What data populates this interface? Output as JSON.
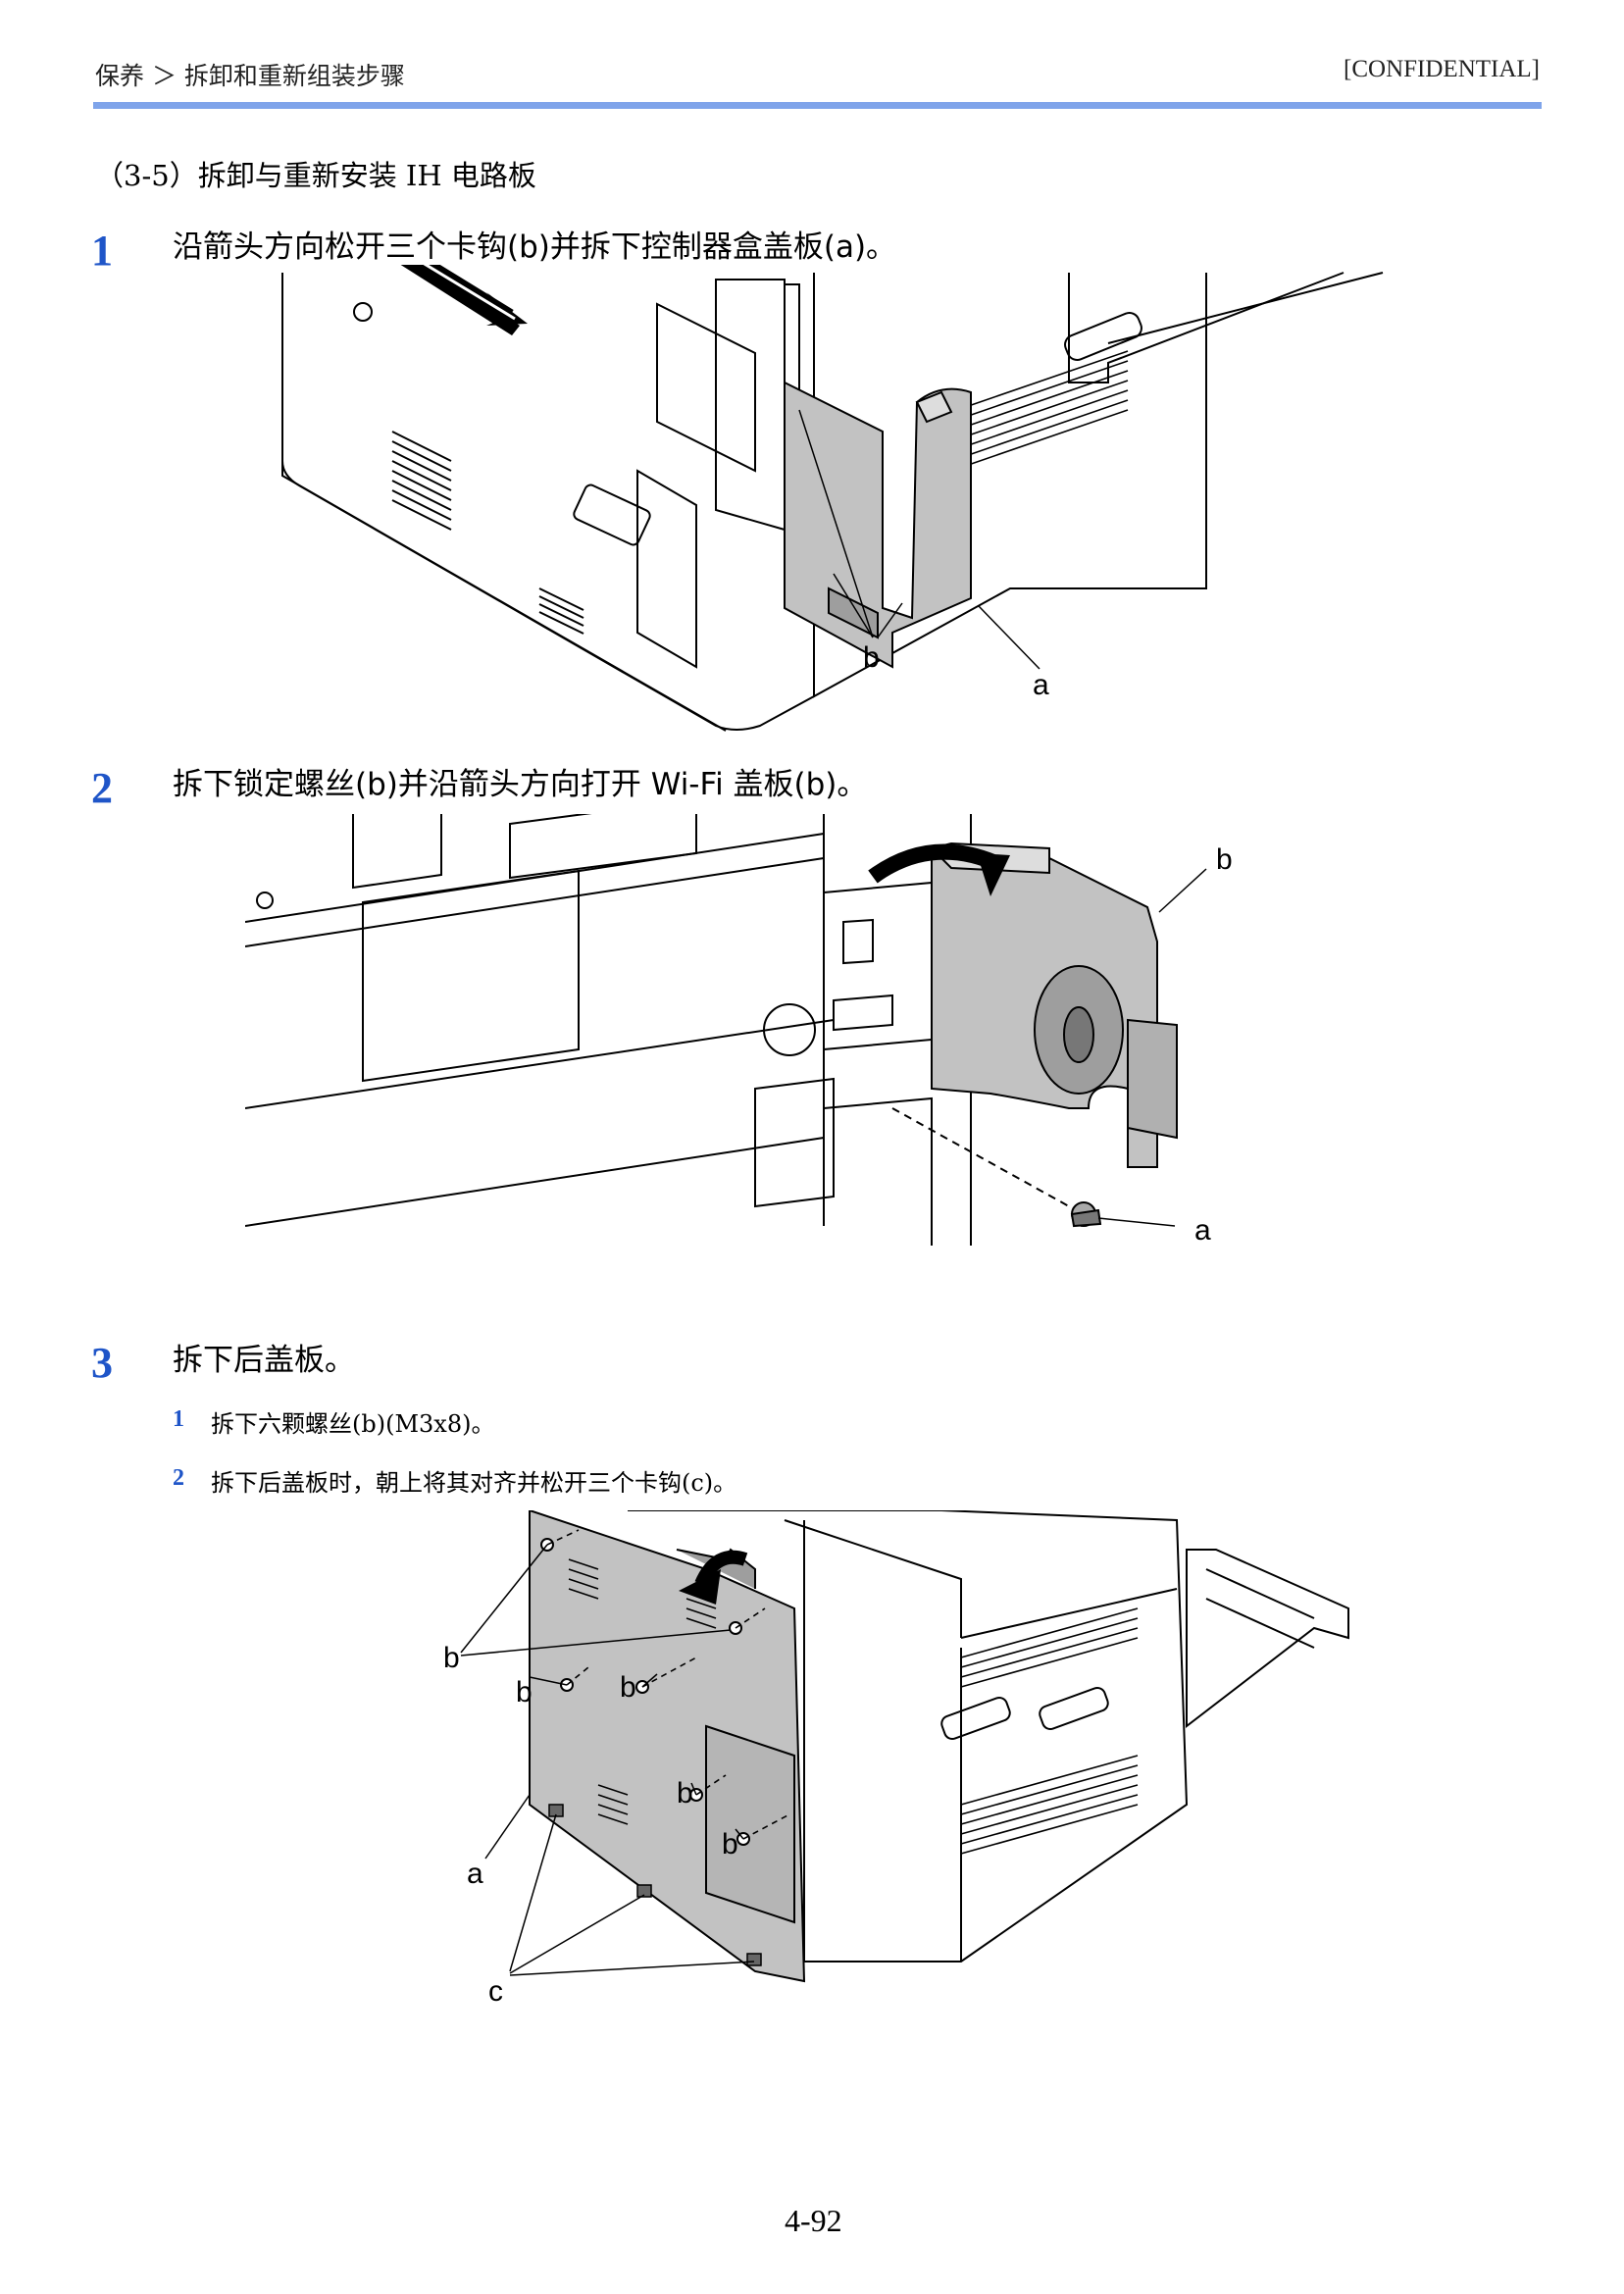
{
  "header": {
    "breadcrumb": "保养 ＞ 拆卸和重新组装步骤",
    "confidential": "[CONFIDENTIAL]"
  },
  "section": {
    "title": "（3-5）拆卸与重新安装 IH 电路板"
  },
  "steps": [
    {
      "number": "1",
      "text": "沿箭头方向松开三个卡钩(b)并拆下控制器盒盖板(a)。"
    },
    {
      "number": "2",
      "text": "拆下锁定螺丝(b)并沿箭头方向打开 Wi-Fi 盖板(b)。"
    },
    {
      "number": "3",
      "text": "拆下后盖板。",
      "substeps": [
        {
          "number": "1",
          "text": "拆下六颗螺丝(b)(M3x8)。"
        },
        {
          "number": "2",
          "text": "拆下后盖板时，朝上将其对齐并松开三个卡钩(c)。"
        }
      ]
    }
  ],
  "figures": {
    "fig1": {
      "labels": {
        "b": "b",
        "a": "a"
      }
    },
    "fig2": {
      "labels": {
        "b": "b",
        "a": "a"
      }
    },
    "fig3": {
      "labels": {
        "b": "b",
        "a": "a",
        "c": "c"
      }
    }
  },
  "footer": {
    "page_number": "4-92"
  }
}
